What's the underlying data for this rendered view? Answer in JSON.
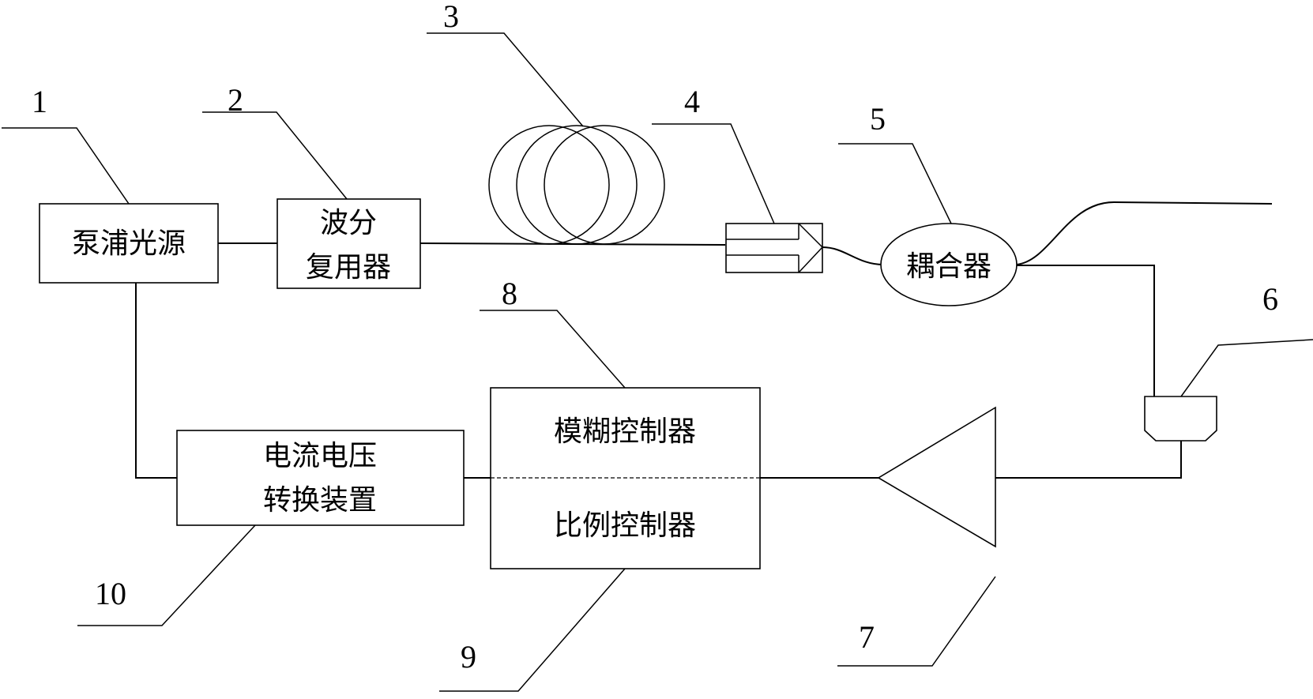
{
  "diagram": {
    "type": "block-diagram",
    "description": "Fiber laser / amplifier control loop",
    "colors": {
      "stroke": "#000000",
      "background": "#ffffff"
    },
    "components": [
      {
        "id": 1,
        "number": "1",
        "label": "泵浦光源",
        "shape": "rectangle"
      },
      {
        "id": 2,
        "number": "2",
        "label_lines": [
          "波分",
          "复用器"
        ],
        "shape": "rectangle"
      },
      {
        "id": 3,
        "number": "3",
        "label": "",
        "shape": "fiber-coil"
      },
      {
        "id": 4,
        "number": "4",
        "label": "",
        "shape": "isolator"
      },
      {
        "id": 5,
        "number": "5",
        "label": "耦合器",
        "shape": "ellipse"
      },
      {
        "id": 6,
        "number": "6",
        "label": "",
        "shape": "photodetector"
      },
      {
        "id": 7,
        "number": "7",
        "label": "",
        "shape": "amplifier-triangle"
      },
      {
        "id": 8,
        "number": "8",
        "label": "模糊控制器",
        "shape": "rectangle-upper-half"
      },
      {
        "id": 9,
        "number": "9",
        "label": "比例控制器",
        "shape": "rectangle-lower-half"
      },
      {
        "id": 10,
        "number": "10",
        "label_lines": [
          "电流电压",
          "转换装置"
        ],
        "shape": "rectangle"
      }
    ],
    "connections": [
      {
        "from": 1,
        "to": 2
      },
      {
        "from": 2,
        "to": 3
      },
      {
        "from": 3,
        "to": 4
      },
      {
        "from": 4,
        "to": 5
      },
      {
        "from": 5,
        "to": "output"
      },
      {
        "from": 5,
        "to": 6
      },
      {
        "from": 6,
        "to": 7
      },
      {
        "from": 7,
        "to": "8/9"
      },
      {
        "from": "8/9",
        "to": 10
      },
      {
        "from": 10,
        "to": 1
      }
    ]
  },
  "labels": {
    "n1": "1",
    "n2": "2",
    "n3": "3",
    "n4": "4",
    "n5": "5",
    "n6": "6",
    "n7": "7",
    "n8": "8",
    "n9": "9",
    "n10": "10",
    "pump_source": "泵浦光源",
    "wdm_line1": "波分",
    "wdm_line2": "复用器",
    "coupler": "耦合器",
    "fuzzy_controller": "模糊控制器",
    "proportional_controller": "比例控制器",
    "iv_converter_line1": "电流电压",
    "iv_converter_line2": "转换装置"
  }
}
